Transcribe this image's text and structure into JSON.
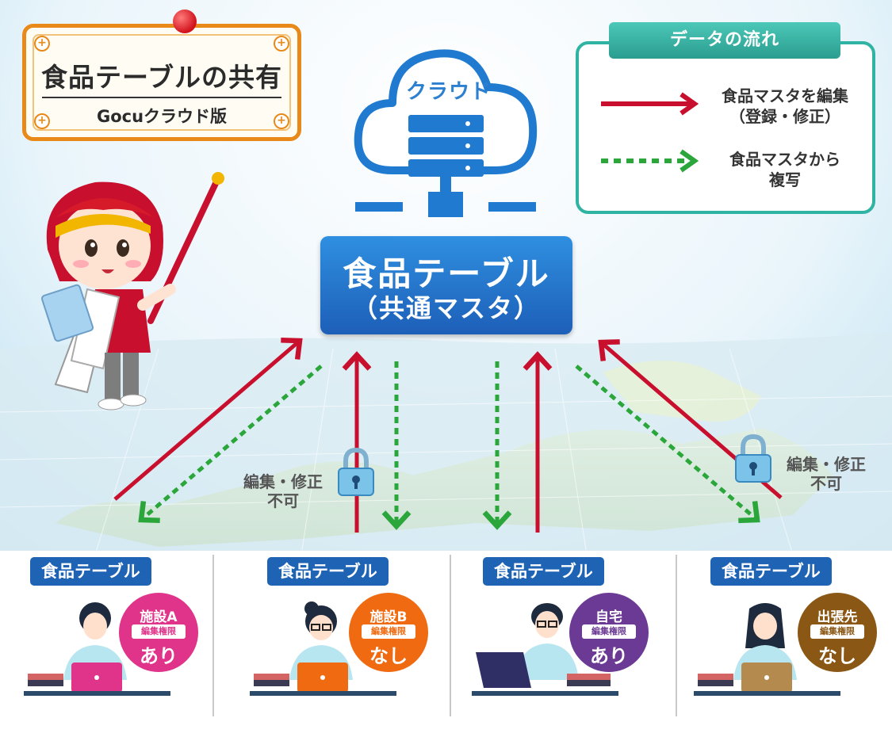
{
  "title": {
    "main": "食品テーブルの共有",
    "sub": "Gocuクラウド版"
  },
  "legend": {
    "heading": "データの流れ",
    "edit_line1": "食品マスタを編集",
    "edit_line2": "（登録・修正）",
    "copy_line1": "食品マスタから",
    "copy_line2": "複写"
  },
  "cloud": {
    "label": "クラウド"
  },
  "center": {
    "title": "食品テーブル",
    "subtitle": "（共通マスタ）"
  },
  "lock_labels": [
    {
      "line1": "編集・修正",
      "line2": "不可"
    },
    {
      "line1": "編集・修正",
      "line2": "不可"
    }
  ],
  "facilities": [
    {
      "tag": "食品テーブル",
      "name": "施設A",
      "perm": "編集権限",
      "value": "あり",
      "color": "#e0338a"
    },
    {
      "tag": "食品テーブル",
      "name": "施設B",
      "perm": "編集権限",
      "value": "なし",
      "color": "#ef6a10"
    },
    {
      "tag": "食品テーブル",
      "name": "自宅",
      "perm": "編集権限",
      "value": "あり",
      "color": "#6b3a94"
    },
    {
      "tag": "食品テーブル",
      "name": "出張先",
      "perm": "編集権限",
      "value": "なし",
      "color": "#8a5714"
    }
  ],
  "colors": {
    "edit_arrow": "#c8102e",
    "copy_arrow": "#2aa63a",
    "blue": "#1f63b5",
    "legend_border": "#2fb3a3"
  }
}
